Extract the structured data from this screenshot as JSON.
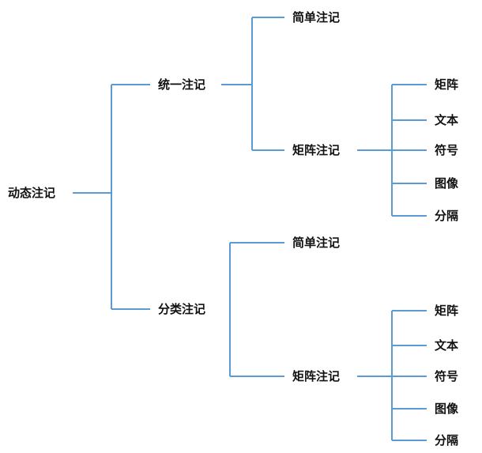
{
  "line_color": "#5b9bd5",
  "root": "动态注记",
  "branches": [
    {
      "label": "统一注记",
      "children": [
        {
          "label": "简单注记"
        },
        {
          "label": "矩阵注记",
          "children": [
            "矩阵",
            "文本",
            "符号",
            "图像",
            "分隔"
          ]
        }
      ]
    },
    {
      "label": "分类注记",
      "children": [
        {
          "label": "简单注记"
        },
        {
          "label": "矩阵注记",
          "children": [
            "矩阵",
            "文本",
            "符号",
            "图像",
            "分隔"
          ]
        }
      ]
    }
  ]
}
